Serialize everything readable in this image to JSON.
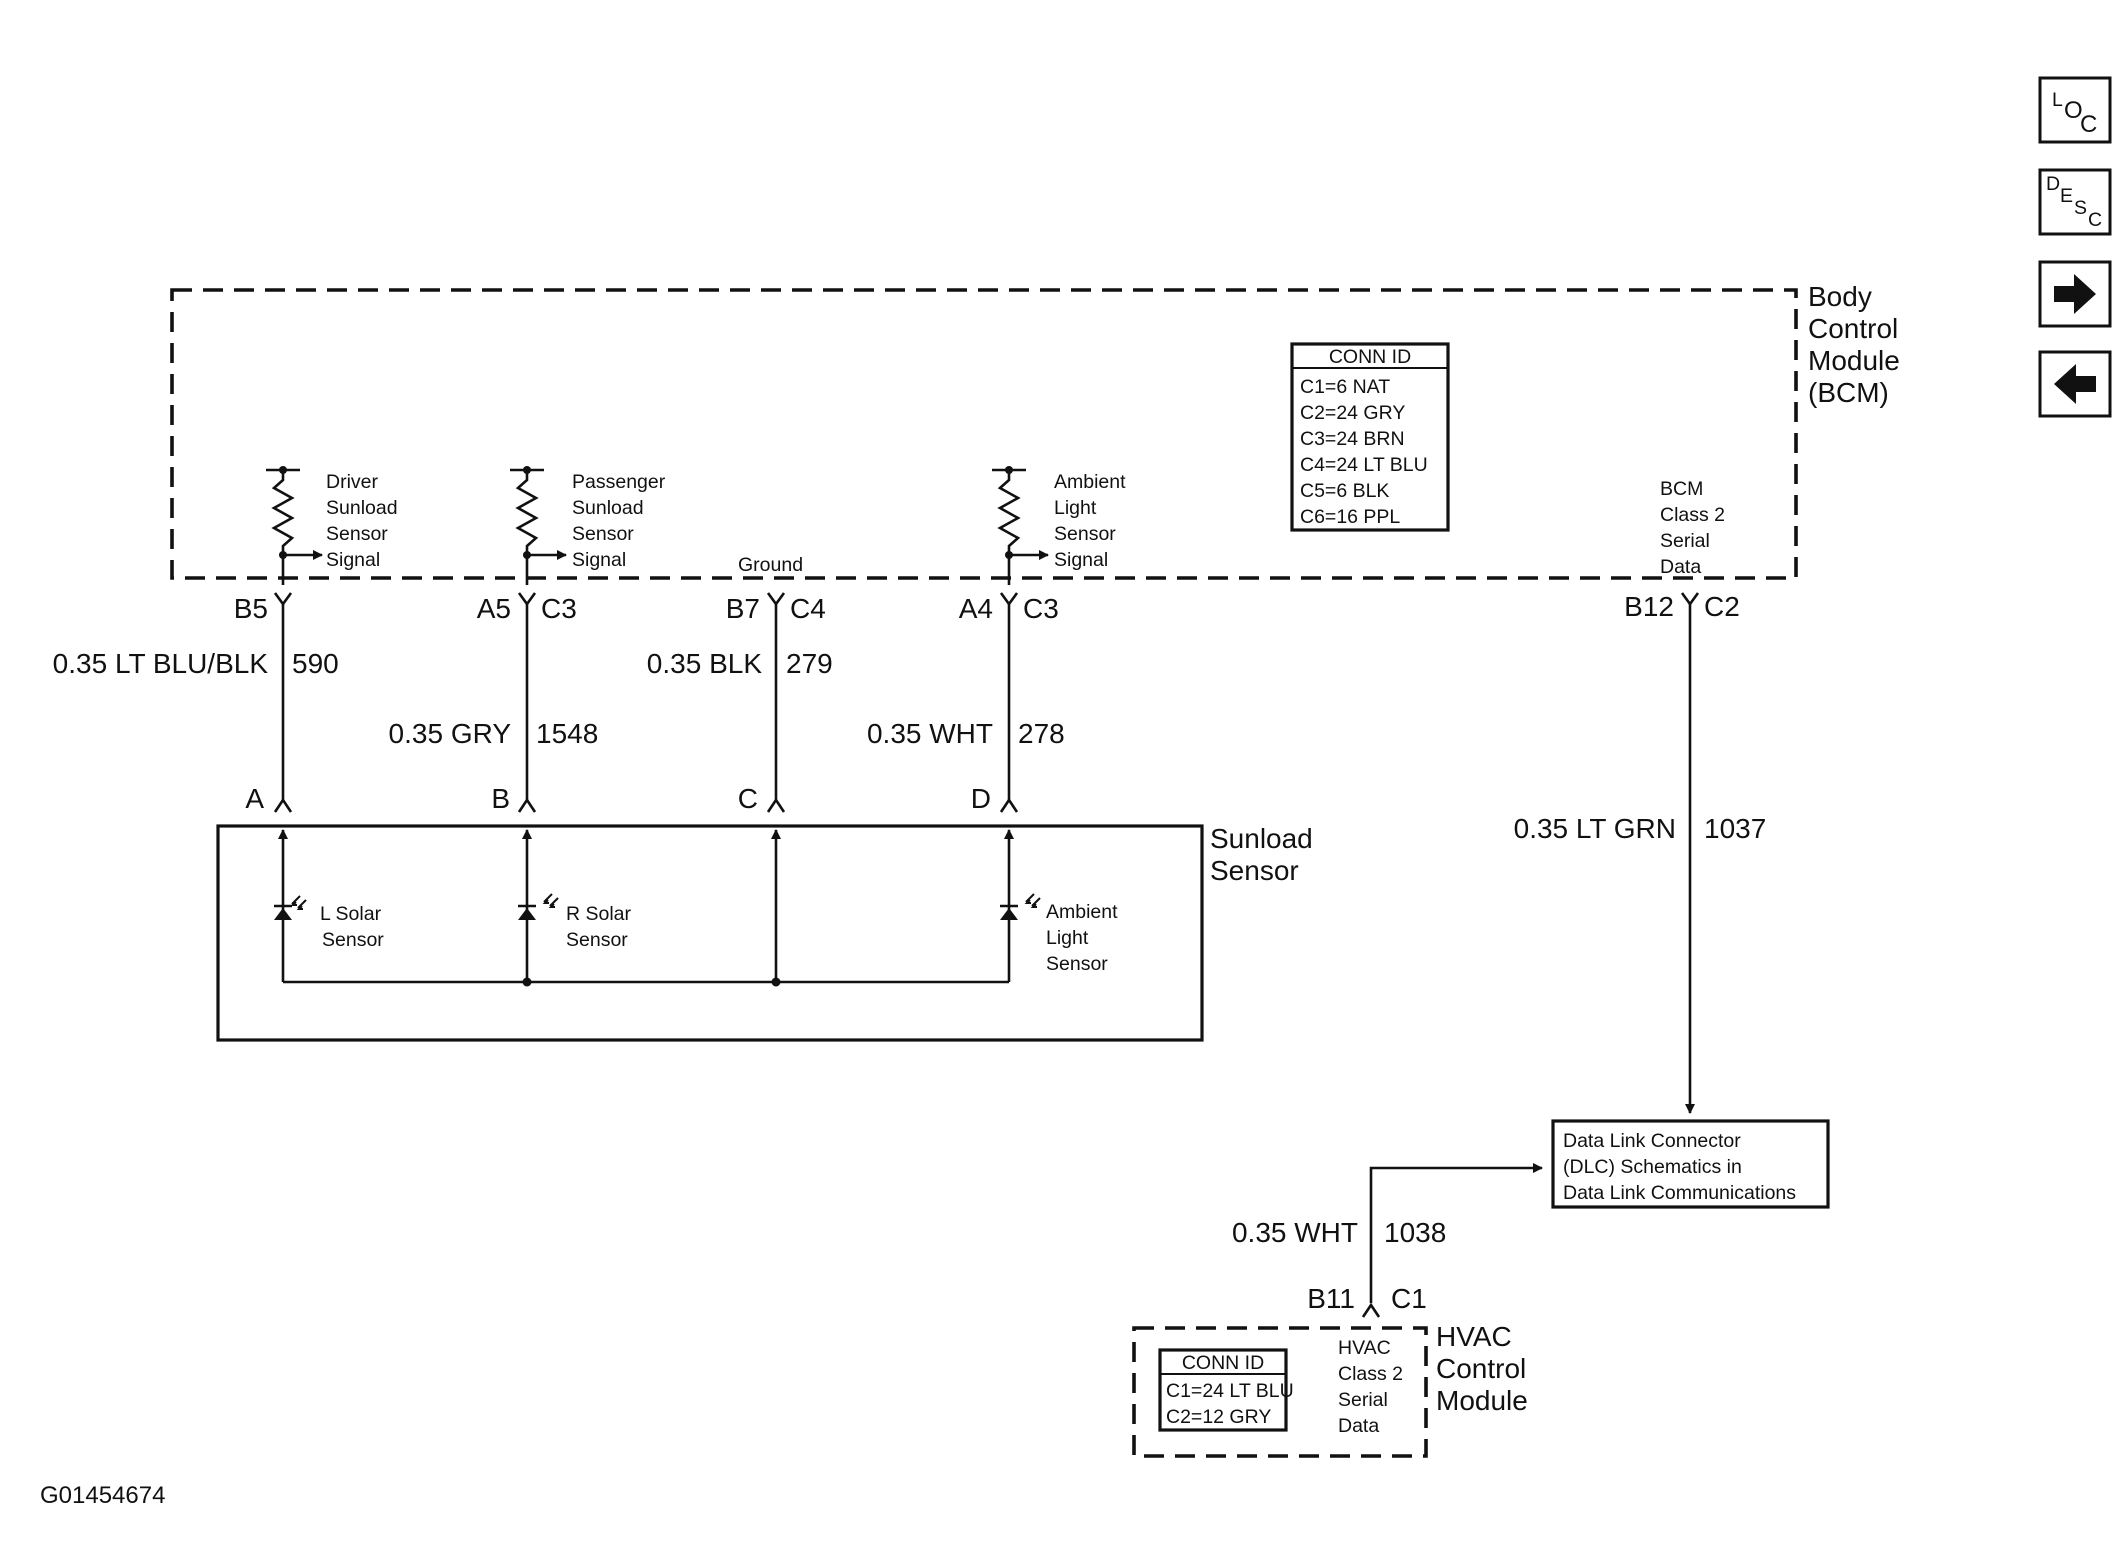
{
  "bcm": {
    "title_lines": [
      "Body",
      "Control",
      "Module",
      "(BCM)"
    ],
    "conn_id": {
      "header": "CONN ID",
      "rows": [
        "C1=6 NAT",
        "C2=24 GRY",
        "C3=24 BRN",
        "C4=24 LT BLU",
        "C5=6 BLK",
        "C6=16 PPL"
      ]
    },
    "signals": {
      "driver": [
        "Driver",
        "Sunload",
        "Sensor",
        "Signal"
      ],
      "passenger": [
        "Passenger",
        "Sunload",
        "Sensor",
        "Signal"
      ],
      "ground": "Ground",
      "ambient": [
        "Ambient",
        "Light",
        "Sensor",
        "Signal"
      ],
      "serial": [
        "BCM",
        "Class 2",
        "Serial",
        "Data"
      ]
    }
  },
  "pins": {
    "driver": [
      "B5",
      ""
    ],
    "passenger": [
      "A5",
      "C3"
    ],
    "ground": [
      "B7",
      "C4"
    ],
    "ambient": [
      "A4",
      "C3"
    ],
    "serial": [
      "B12",
      "C2"
    ],
    "hvac": [
      "B11",
      "C1"
    ]
  },
  "wires": {
    "driver": [
      "0.35 LT BLU/BLK",
      "590"
    ],
    "passenger": [
      "0.35 GRY",
      "1548"
    ],
    "ground": [
      "0.35 BLK",
      "279"
    ],
    "ambient": [
      "0.35 WHT",
      "278"
    ],
    "serial": [
      "0.35 LT GRN",
      "1037"
    ],
    "hvac": [
      "0.35 WHT",
      "1038"
    ]
  },
  "sunload_sensor": {
    "title_lines": [
      "Sunload",
      "Sensor"
    ],
    "terminals": [
      "A",
      "B",
      "C",
      "D"
    ],
    "l_solar": [
      "L Solar",
      "Sensor"
    ],
    "r_solar": [
      "R Solar",
      "Sensor"
    ],
    "ambient": [
      "Ambient",
      "Light",
      "Sensor"
    ]
  },
  "dlc": {
    "lines": [
      "Data Link Connector",
      "(DLC) Schematics in",
      "Data Link Communications"
    ]
  },
  "hvac": {
    "title_lines": [
      "HVAC",
      "Control",
      "Module"
    ],
    "conn_id": {
      "header": "CONN ID",
      "rows": [
        "C1=24 LT BLU",
        "C2=12 GRY"
      ]
    },
    "serial": [
      "HVAC",
      "Class 2",
      "Serial",
      "Data"
    ]
  },
  "nav": {
    "loc": [
      "L",
      "O",
      "C"
    ],
    "desc": [
      "D",
      "E",
      "S",
      "C"
    ]
  },
  "figure_id": "G01454674"
}
